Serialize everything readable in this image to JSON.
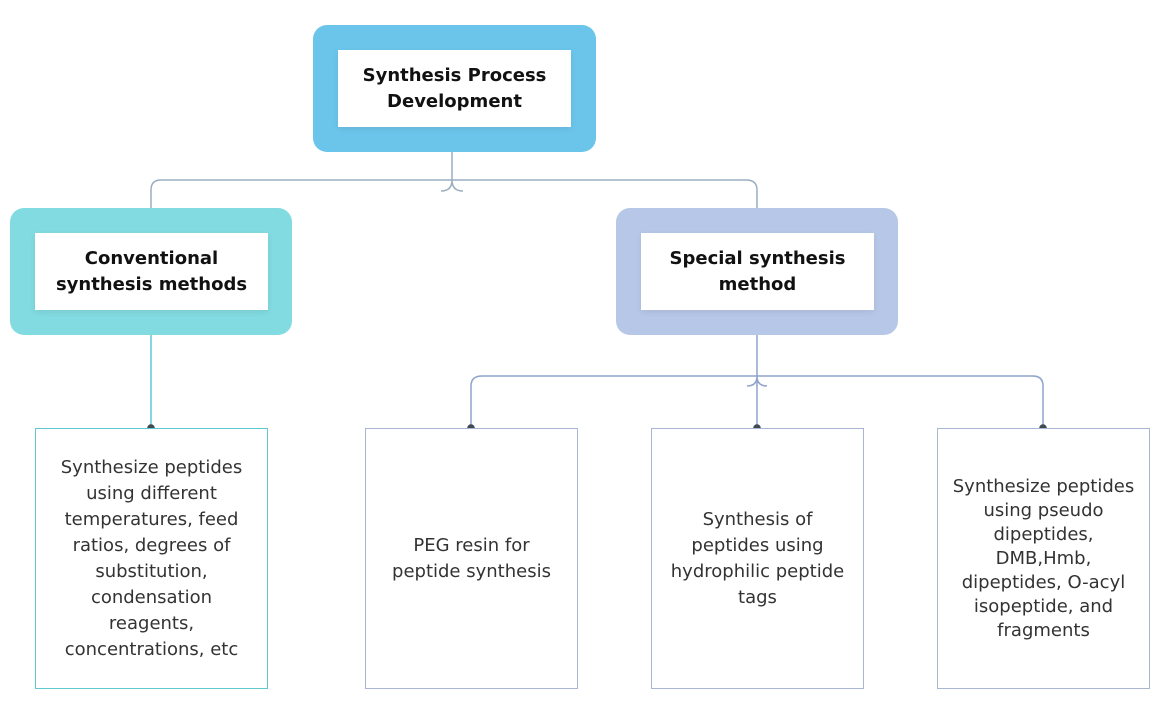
{
  "diagram": {
    "root": {
      "label": "Synthesis Process Development"
    },
    "branches": [
      {
        "id": "conventional",
        "label": "Conventional synthesis methods",
        "children": [
          "Synthesize peptides using different temperatures, feed ratios, degrees of substitution, condensation reagents, concentrations, etc"
        ]
      },
      {
        "id": "special",
        "label": "Special synthesis method",
        "children": [
          "PEG resin for peptide synthesis",
          "Synthesis of peptides using hydrophilic peptide tags",
          "Synthesize peptides using pseudo dipeptides, DMB,Hmb, dipeptides, O-acyl isopeptide, and fragments"
        ]
      }
    ],
    "colors": {
      "root_frame": "#6bc5ea",
      "conventional_frame": "#82dbe0",
      "special_frame": "#b7c7e7",
      "conventional_line": "#5fc9cf",
      "special_line": "#8fa3cc",
      "top_connector": "#9aaec0",
      "node_dot": "#3f4a55"
    }
  }
}
